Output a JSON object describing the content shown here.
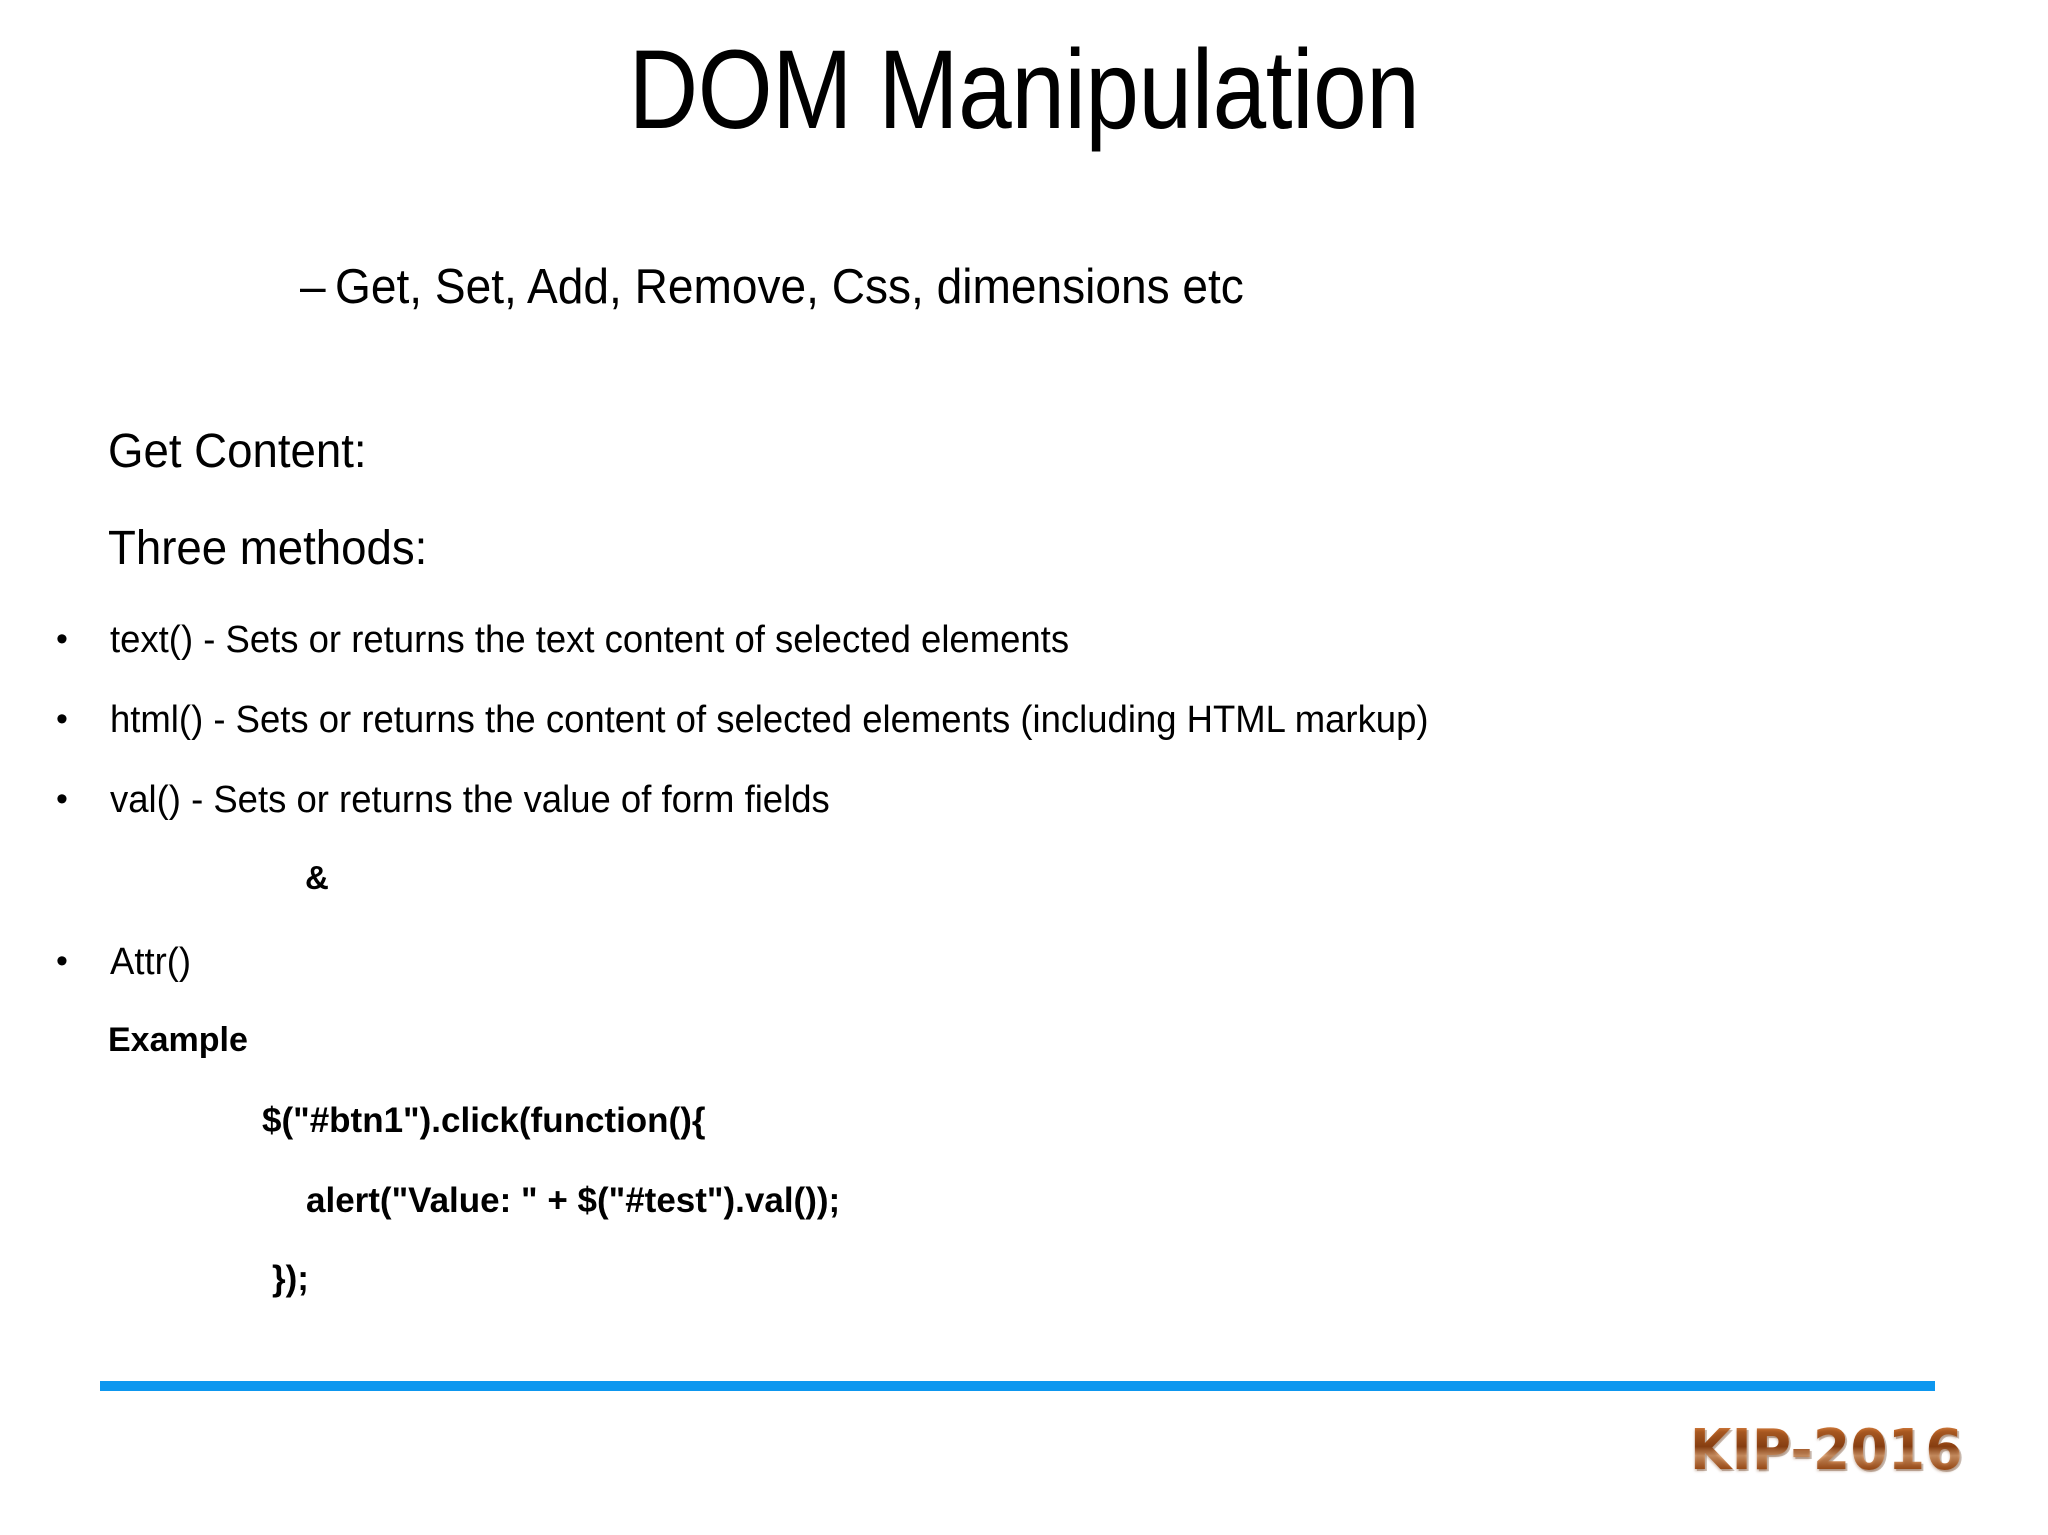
{
  "slide": {
    "title": "DOM Manipulation",
    "subtitle_dash": "–",
    "subtitle": "Get, Set, Add, Remove, Css, dimensions etc",
    "headings": {
      "get_content": "Get Content:",
      "three_methods": "Three methods:"
    },
    "bullet_marker": "•",
    "bullets": [
      {
        "text": "text() - Sets or returns the text content of selected elements"
      },
      {
        "text": "html() - Sets or returns the content of selected elements (including HTML markup)"
      },
      {
        "text": "val() - Sets or returns the value of form fields"
      },
      {
        "text": "Attr()"
      }
    ],
    "ampersand": "&",
    "example_label": "Example",
    "code_lines": [
      "$(\"#btn1\").click(function(){",
      "alert(\"Value: \" + $(\"#test\").val());",
      "});"
    ],
    "footer": {
      "logo_text": "KIP-2016",
      "rule_color": "#0d97ef",
      "logo_color": "#b4621f"
    }
  }
}
